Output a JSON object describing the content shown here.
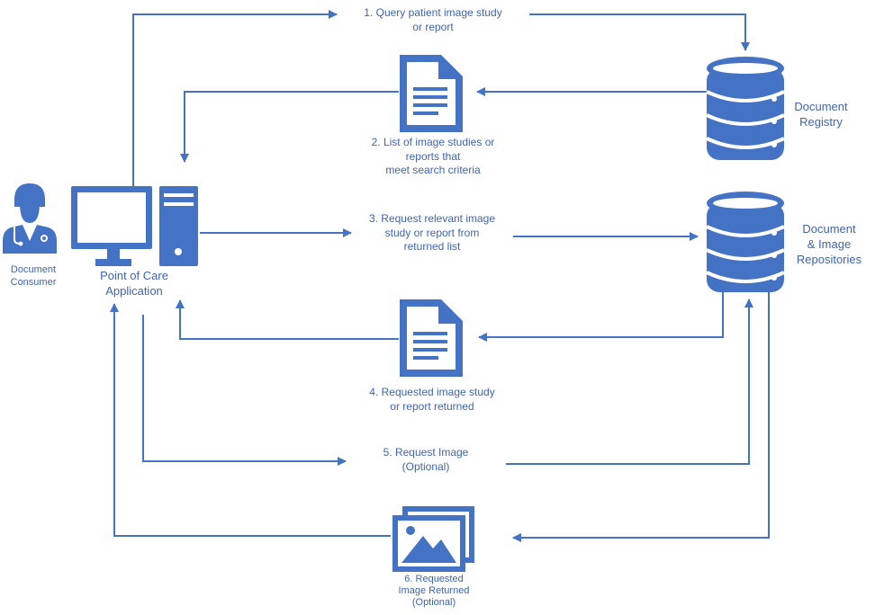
{
  "colors": {
    "primary": "#4472c4",
    "text": "#3f63b7",
    "background": "#ffffff"
  },
  "actors": {
    "consumer": {
      "icon": "doctor-icon",
      "label_lines": [
        "Document",
        "Consumer"
      ]
    },
    "poc": {
      "icon": "computer-icon",
      "label_lines": [
        "Point of Care",
        "Application"
      ]
    },
    "registry": {
      "icon": "database-icon",
      "label_lines": [
        "Document",
        "Registry"
      ]
    },
    "repositories": {
      "icon": "database-icon",
      "label_lines": [
        "Document",
        "& Image",
        "Repositories"
      ]
    }
  },
  "steps": [
    {
      "label_lines": [
        "1. Query patient image study",
        "or report"
      ]
    },
    {
      "icon": "document-icon",
      "label_lines": [
        "2. List of image studies or",
        "reports that",
        "meet search criteria"
      ]
    },
    {
      "label_lines": [
        "3. Request relevant image",
        "study or report from",
        "returned list"
      ]
    },
    {
      "icon": "document-icon",
      "label_lines": [
        "4. Requested image study",
        "or report returned"
      ]
    },
    {
      "label_lines": [
        "5. Request Image",
        "(Optional)"
      ]
    },
    {
      "icon": "image-stack-icon",
      "label_lines": [
        "6. Requested",
        "Image Returned",
        "(Optional)"
      ]
    }
  ]
}
